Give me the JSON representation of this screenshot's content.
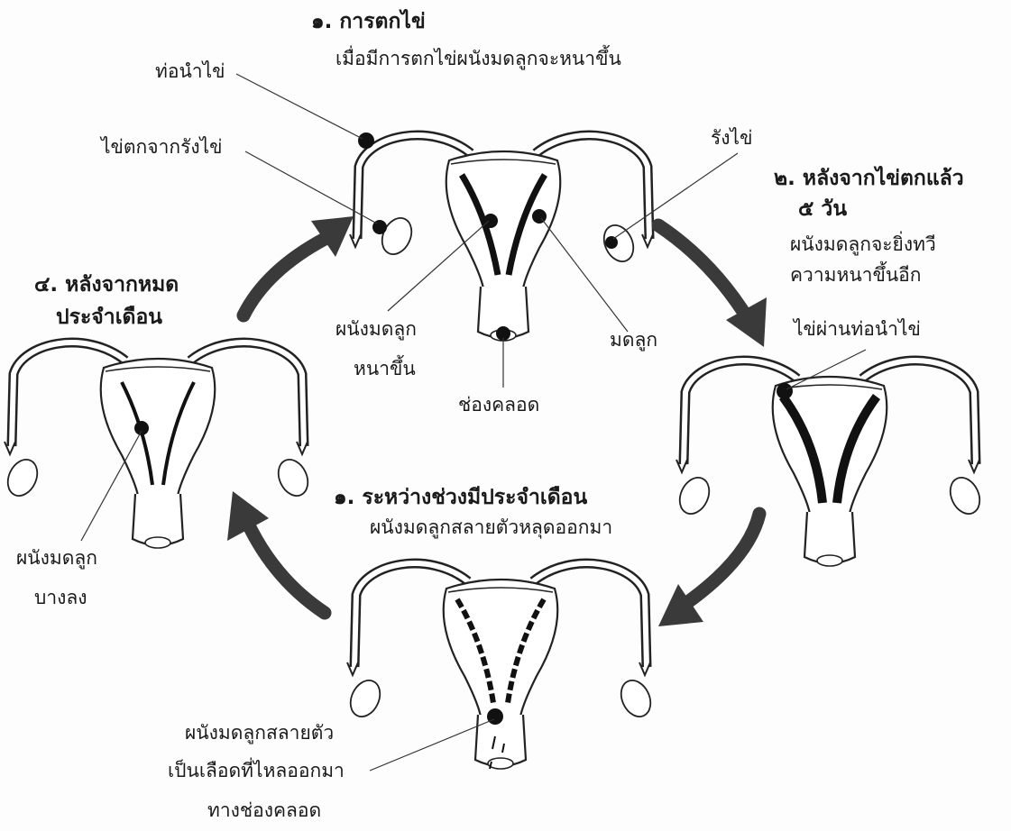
{
  "stages": {
    "s1": {
      "title": "๑. การตกไข่",
      "desc": "เมื่อมีการตกไข่ผนังมดลูกจะหนาขึ้น"
    },
    "s2": {
      "title_line1": "๒. หลังจากไข่ตกแล้ว",
      "title_line2": "๕ วัน",
      "desc_line1": "ผนังมดลูกจะยิ่งทวี",
      "desc_line2": "ความหนาขึ้นอีก"
    },
    "s3": {
      "title": "๑. ระหว่างช่วงมีประจำเดือน",
      "desc": "ผนังมดลูกสลายตัวหลุดออกมา"
    },
    "s4": {
      "title_line1": "๔. หลังจากหมด",
      "title_line2": "ประจำเดือน"
    }
  },
  "labels": {
    "fallopian_tube": "ท่อนำไข่",
    "egg_from_ovary": "ไข่ตกจากรังไข่",
    "ovary": "รังไข่",
    "thick_wall_line1": "ผนังมดลูก",
    "thick_wall_line2": "หนาขึ้น",
    "uterus": "มดลูก",
    "vagina": "ช่องคลอด",
    "egg_in_tube": "ไข่ผ่านท่อนำไข่",
    "thin_wall_line1": "ผนังมดลูก",
    "thin_wall_line2": "บางลง",
    "shed_line1": "ผนังมดลูกสลายตัว",
    "shed_line2": "เป็นเลือดที่ไหลออกมา",
    "shed_line3": "ทางช่องคลอด"
  },
  "colors": {
    "arrow": "#3a3a3a",
    "ink": "#1a1a1a",
    "lining": "#111111"
  }
}
